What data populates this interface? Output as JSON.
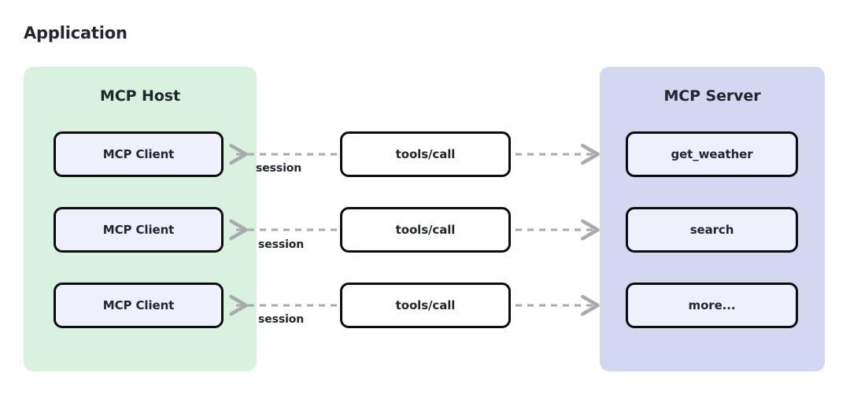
{
  "title": "Application",
  "panels": {
    "host": {
      "title": "MCP Host",
      "color": "#d9f2e0"
    },
    "server": {
      "title": "MCP Server",
      "color": "#d3d7ef"
    }
  },
  "rows": [
    {
      "client": "MCP Client",
      "method": "tools/call",
      "capability": "get_weather",
      "edge_label": "session"
    },
    {
      "client": "MCP Client",
      "method": "tools/call",
      "capability": "search",
      "edge_label": "session"
    },
    {
      "client": "MCP Client",
      "method": "tools/call",
      "capability": "more...",
      "edge_label": "session"
    }
  ],
  "colors": {
    "host_panel": "#d9f2e0",
    "server_panel": "#d3d7ef",
    "node_fill": "#eef1fb",
    "tool_fill": "#ffffff",
    "stroke": "#0d0d0f",
    "arrow": "#a9aab0",
    "text": "#22262e"
  },
  "arrows": {
    "left_direction": "left",
    "right_direction": "right",
    "style": "dashed"
  }
}
